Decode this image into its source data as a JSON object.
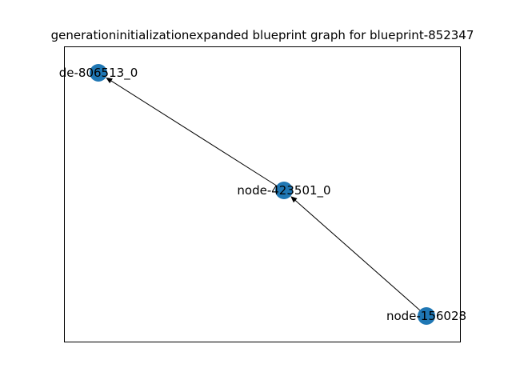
{
  "title": "generationinitializationexpanded blueprint graph for blueprint-852347",
  "node_color": "#1f77b4",
  "edge_color": "#000000",
  "nodes": [
    {
      "id": "n806513",
      "label": "de-806513_0"
    },
    {
      "id": "n423501",
      "label": "node-423501_0"
    },
    {
      "id": "n156028",
      "label": "node-156028"
    }
  ],
  "edges": [
    {
      "from": "n423501",
      "to": "n806513",
      "directed": true
    },
    {
      "from": "n156028",
      "to": "n423501",
      "directed": true
    }
  ]
}
